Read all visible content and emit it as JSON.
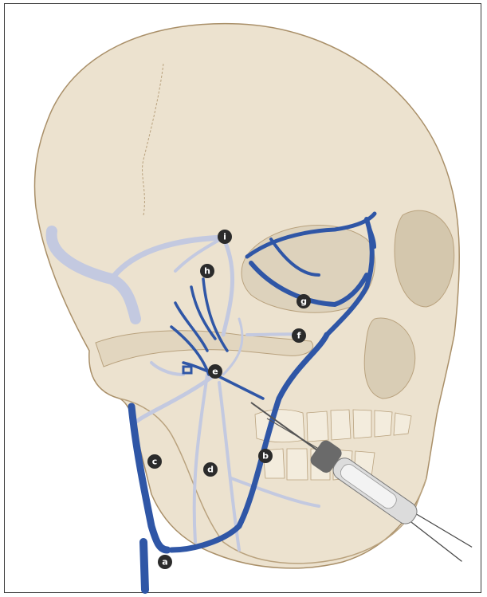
{
  "figure": {
    "subject": "skull-with-facial-veins-and-syringe",
    "colors": {
      "bone": "#ece2cf",
      "bone_shadow": "#d6cab2",
      "bone_outline": "#a98f68",
      "vein_visible": "#2f56a6",
      "vein_deep": "#c3c9e0",
      "needle": "#555555"
    }
  },
  "labels": {
    "a": "a",
    "b": "b",
    "c": "c",
    "d": "d",
    "e": "e",
    "f": "f",
    "g": "g",
    "h": "h",
    "i": "i"
  }
}
